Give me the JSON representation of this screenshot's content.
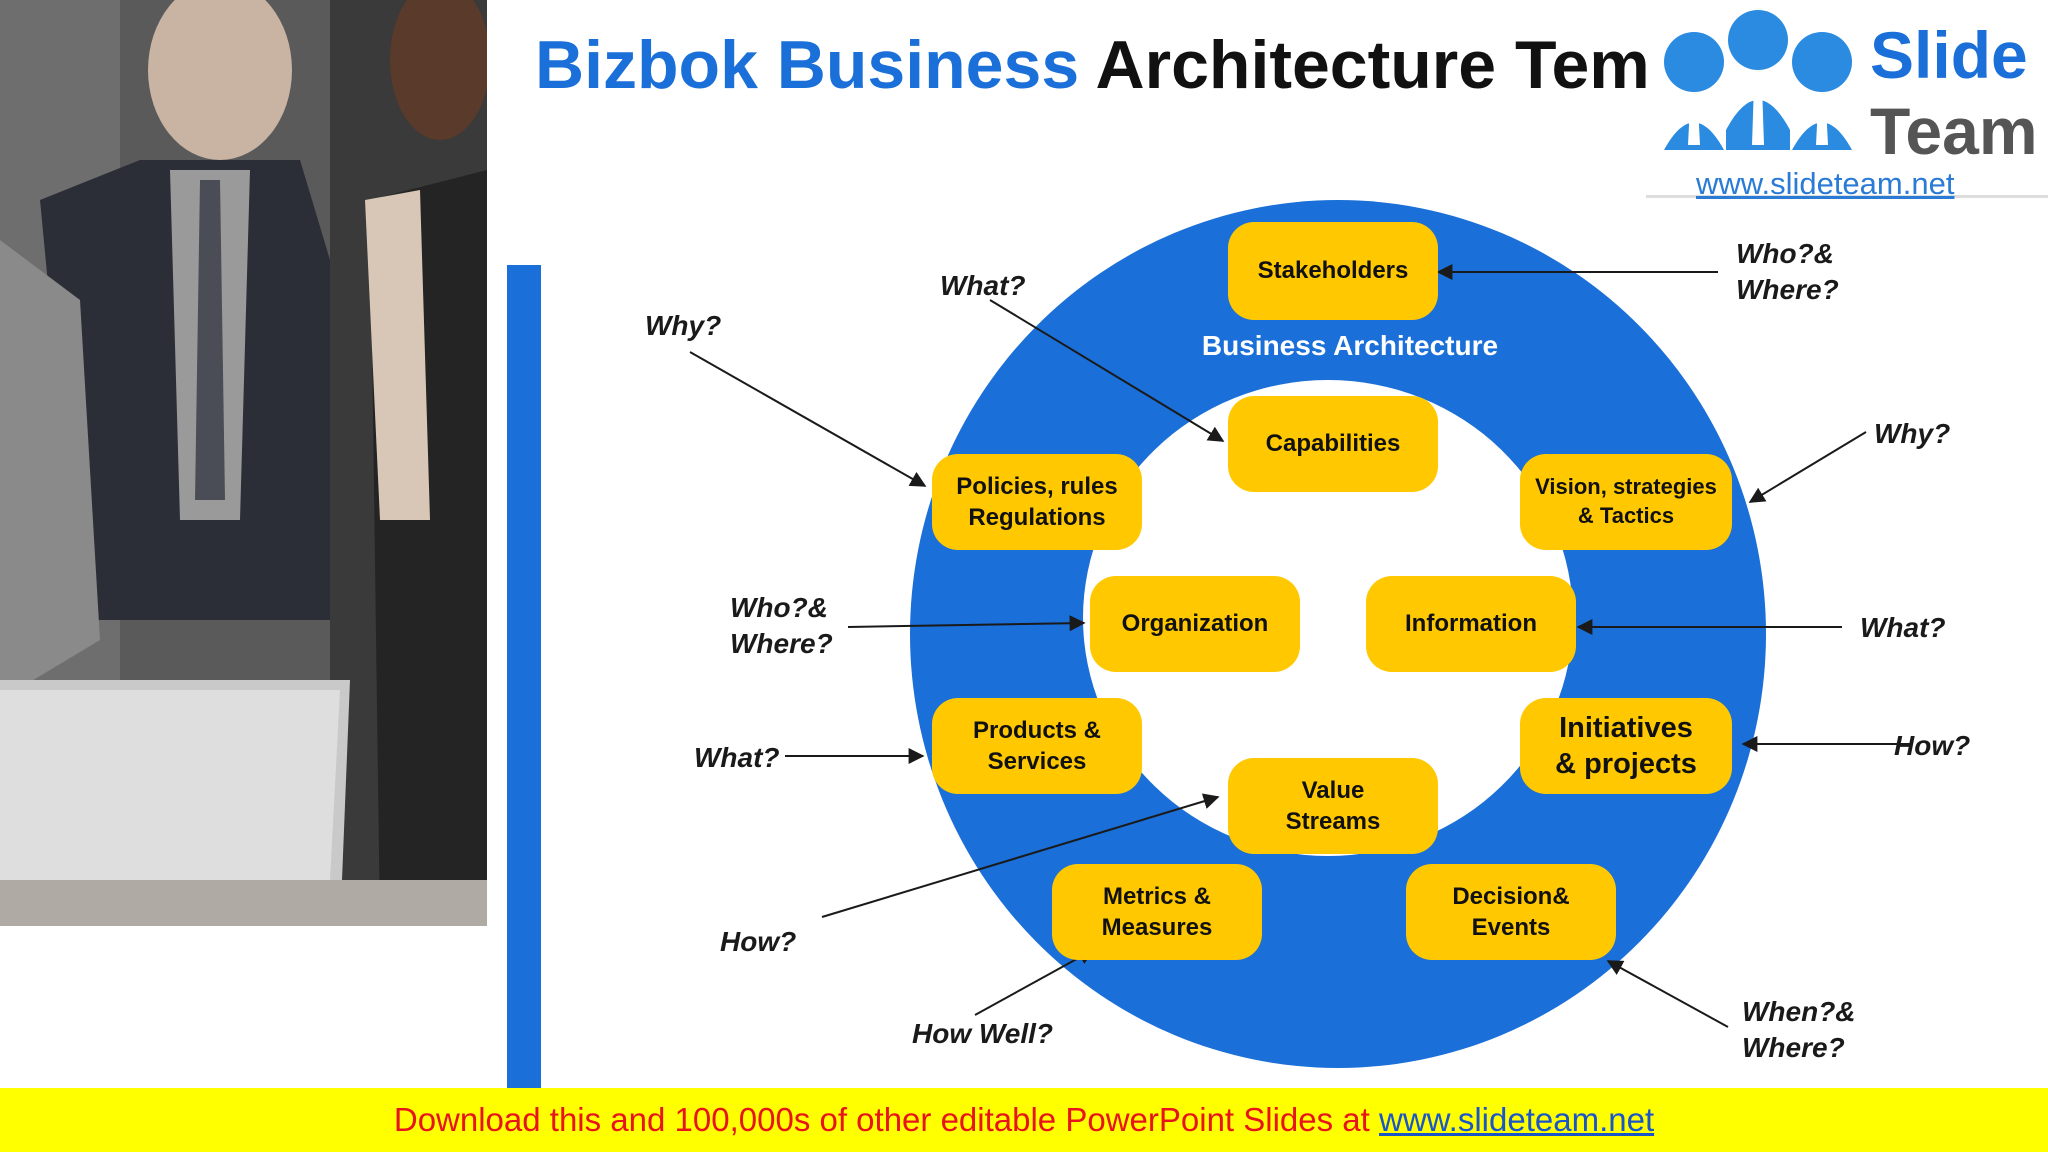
{
  "title": {
    "part1": "Bizbok Business",
    "part2": "Architecture Tem"
  },
  "logo": {
    "brand_top": "Slide",
    "brand_bottom": "Team",
    "url": "www.slideteam.net"
  },
  "diagram": {
    "ring_label": "Business Architecture",
    "colors": {
      "ring": "#1a6fd8",
      "node": "#ffc800",
      "arrow": "#1a1a1a"
    },
    "nodes": [
      {
        "id": "stakeholders",
        "label": "Stakeholders"
      },
      {
        "id": "capabilities",
        "label": "Capabilities"
      },
      {
        "id": "policies",
        "label": "Policies, rules\nRegulations"
      },
      {
        "id": "vision",
        "label": "Vision, strategies\n& Tactics"
      },
      {
        "id": "organization",
        "label": "Organization"
      },
      {
        "id": "information",
        "label": "Information"
      },
      {
        "id": "products",
        "label": "Products &\nServices"
      },
      {
        "id": "initiatives",
        "label": "Initiatives\n& projects"
      },
      {
        "id": "value-streams",
        "label": "Value\nStreams"
      },
      {
        "id": "metrics",
        "label": "Metrics &\nMeasures"
      },
      {
        "id": "decision",
        "label": "Decision&\nEvents"
      }
    ],
    "questions": [
      {
        "id": "q-what-capabilities",
        "text": "What?"
      },
      {
        "id": "q-why-policies",
        "text": "Why?"
      },
      {
        "id": "q-who-stakeholders",
        "text": "Who?&\nWhere?"
      },
      {
        "id": "q-why-vision",
        "text": "Why?"
      },
      {
        "id": "q-who-organization",
        "text": "Who?&\nWhere?"
      },
      {
        "id": "q-what-information",
        "text": "What?"
      },
      {
        "id": "q-what-products",
        "text": "What?"
      },
      {
        "id": "q-how-initiatives",
        "text": "How?"
      },
      {
        "id": "q-how-value",
        "text": "How?"
      },
      {
        "id": "q-howwell-metrics",
        "text": "How Well?"
      },
      {
        "id": "q-when-decision",
        "text": "When?&\nWhere?"
      }
    ]
  },
  "footer": {
    "text": "Download this and 100,000s of other editable PowerPoint Slides at ",
    "link": "www.slideteam.net"
  }
}
